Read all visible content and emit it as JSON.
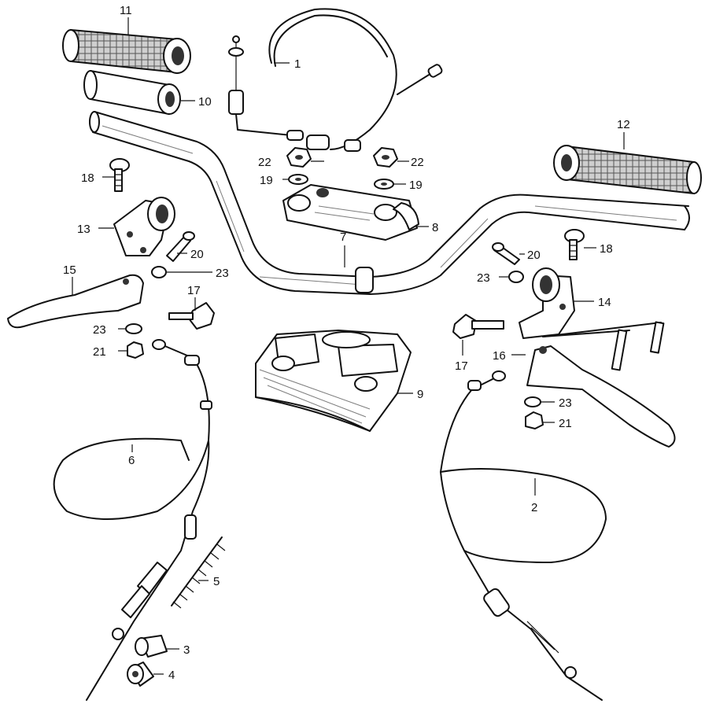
{
  "callouts": [
    {
      "id": "c1",
      "number": "1"
    },
    {
      "id": "c2",
      "number": "2"
    },
    {
      "id": "c3",
      "number": "3"
    },
    {
      "id": "c4",
      "number": "4"
    },
    {
      "id": "c5",
      "number": "5"
    },
    {
      "id": "c6",
      "number": "6"
    },
    {
      "id": "c7",
      "number": "7"
    },
    {
      "id": "c8",
      "number": "8"
    },
    {
      "id": "c9",
      "number": "9"
    },
    {
      "id": "c10",
      "number": "10"
    },
    {
      "id": "c11",
      "number": "11"
    },
    {
      "id": "c12",
      "number": "12"
    },
    {
      "id": "c13",
      "number": "13"
    },
    {
      "id": "c14",
      "number": "14"
    },
    {
      "id": "c15",
      "number": "15"
    },
    {
      "id": "c16",
      "number": "16"
    },
    {
      "id": "c17a",
      "number": "17"
    },
    {
      "id": "c17b",
      "number": "17"
    },
    {
      "id": "c18a",
      "number": "18"
    },
    {
      "id": "c18b",
      "number": "18"
    },
    {
      "id": "c19a",
      "number": "19"
    },
    {
      "id": "c19b",
      "number": "19"
    },
    {
      "id": "c20a",
      "number": "20"
    },
    {
      "id": "c20b",
      "number": "20"
    },
    {
      "id": "c21a",
      "number": "21"
    },
    {
      "id": "c21b",
      "number": "21"
    },
    {
      "id": "c22a",
      "number": "22"
    },
    {
      "id": "c22b",
      "number": "22"
    },
    {
      "id": "c23a",
      "number": "23"
    },
    {
      "id": "c23b",
      "number": "23"
    },
    {
      "id": "c23c",
      "number": "23"
    },
    {
      "id": "c23d",
      "number": "23"
    }
  ]
}
